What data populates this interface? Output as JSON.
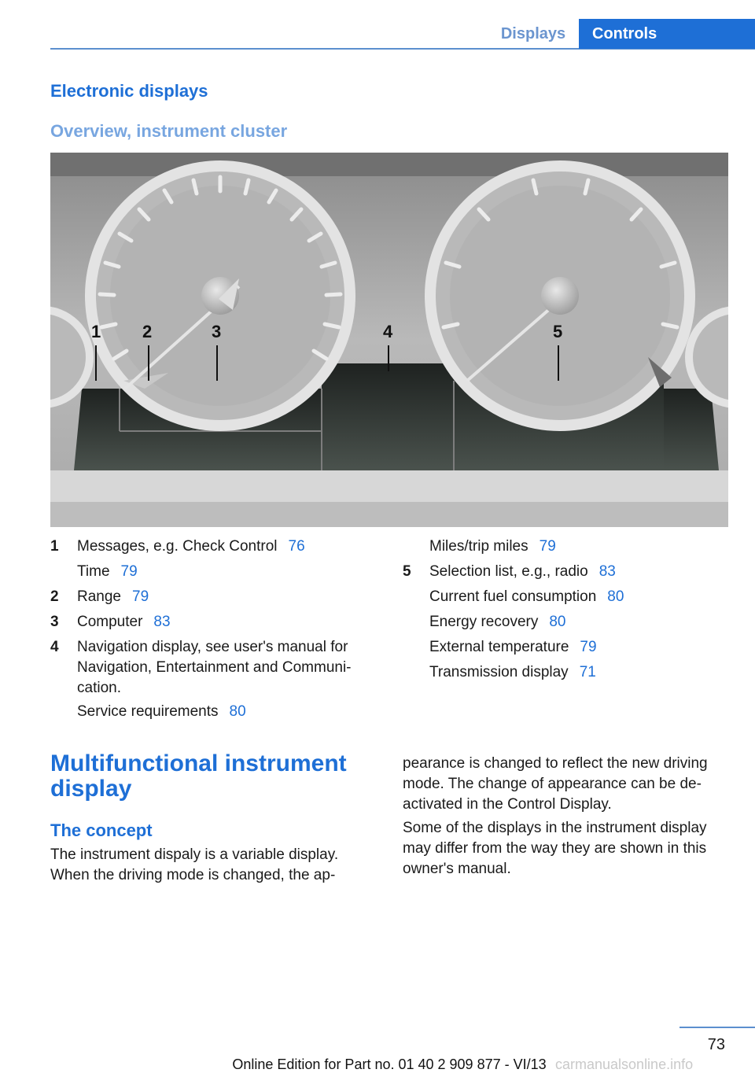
{
  "header": {
    "tab_displays": "Displays",
    "tab_controls": "Controls",
    "accent_color": "#1e6fd6"
  },
  "section": {
    "title": "Electronic displays",
    "subtitle": "Overview, instrument cluster"
  },
  "figure": {
    "callouts": [
      "1",
      "2",
      "3",
      "4",
      "5"
    ]
  },
  "legend_left": [
    {
      "num": "1",
      "text": "Messages, e.g. Check Control",
      "ref": "76"
    },
    {
      "num": "",
      "text": "Time",
      "ref": "79"
    },
    {
      "num": "2",
      "text": "Range",
      "ref": "79"
    },
    {
      "num": "3",
      "text": "Computer",
      "ref": "83"
    },
    {
      "num": "4",
      "text": "Navigation display, see user's manual for",
      "ref": ""
    },
    {
      "num": "",
      "text": "Navigation, Entertainment and Communi-",
      "ref": ""
    },
    {
      "num": "",
      "text": "cation.",
      "ref": ""
    },
    {
      "num": "",
      "text": "Service requirements",
      "ref": "80"
    }
  ],
  "legend_right": [
    {
      "num": "",
      "text": "Miles/trip miles",
      "ref": "79"
    },
    {
      "num": "5",
      "text": "Selection list, e.g., radio",
      "ref": "83"
    },
    {
      "num": "",
      "text": "Current fuel consumption",
      "ref": "80"
    },
    {
      "num": "",
      "text": "Energy recovery",
      "ref": "80"
    },
    {
      "num": "",
      "text": "External temperature",
      "ref": "79"
    },
    {
      "num": "",
      "text": "Transmission display",
      "ref": "71"
    }
  ],
  "multifunctional": {
    "title_line1": "Multifunctional instrument",
    "title_line2": "display",
    "concept_title": "The concept",
    "left_lines": [
      "The instrument dispaly is a variable display.",
      "When the driving mode is changed, the ap-"
    ],
    "right_lines_1": [
      "pearance is changed to reflect the new driving",
      "mode. The change of appearance can be de-",
      "activated in the Control Display."
    ],
    "right_lines_2": [
      "Some of the displays in the instrument display",
      "may differ from the way they are shown in this",
      "owner's manual."
    ]
  },
  "footer": {
    "page_number": "73",
    "edition": "Online Edition for Part no. 01 40 2 909 877 - VI/13",
    "watermark": "carmanualsonline.info"
  }
}
